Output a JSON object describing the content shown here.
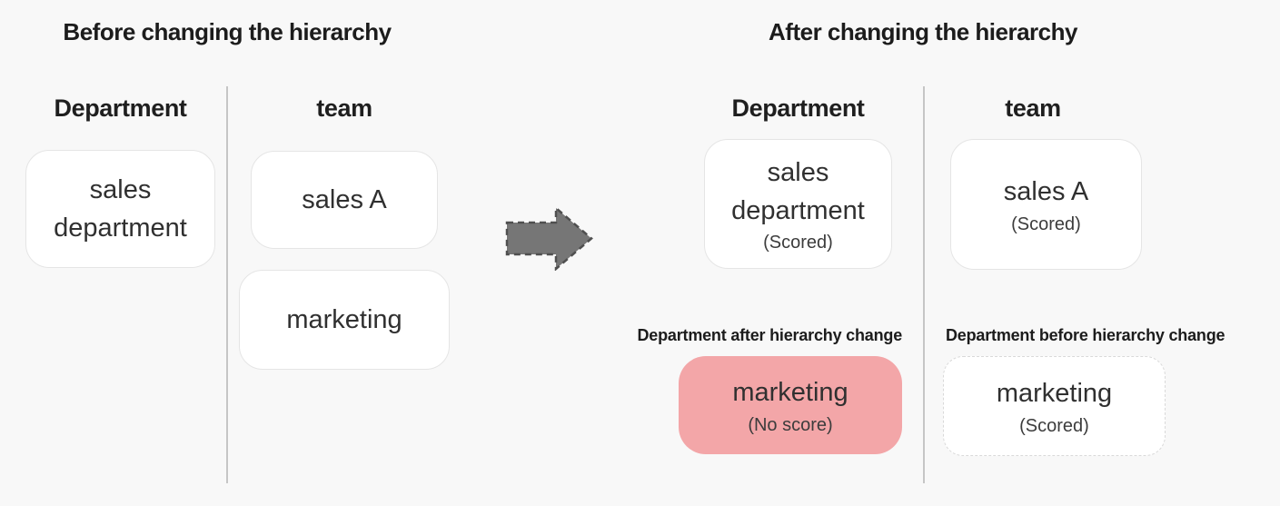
{
  "colors": {
    "background": "#f8f8f8",
    "box_background": "#ffffff",
    "box_border": "#e5e5e5",
    "highlight_pink": "#f3a6a8",
    "arrow_gray": "#767676",
    "divider_gray": "#c6c6c6",
    "text_dark": "#1c1c1c"
  },
  "before": {
    "title": "Before changing the hierarchy",
    "department_header": "Department",
    "team_header": "team",
    "department_boxes": [
      {
        "label": "sales department"
      }
    ],
    "team_boxes": [
      {
        "label": "sales A"
      },
      {
        "label": "marketing"
      }
    ]
  },
  "arrow": {
    "meaning": "before-to-after transformation"
  },
  "after": {
    "title": "After changing the hierarchy",
    "department_header": "Department",
    "team_header": "team",
    "sales_department_box": {
      "label": "sales department",
      "status": "(Scored)"
    },
    "sales_a_box": {
      "label": "sales A",
      "status": "(Scored)"
    },
    "after_change_label": "Department after hierarchy change",
    "marketing_no_score_box": {
      "label": "marketing",
      "status": "(No score)"
    },
    "before_change_label": "Department before hierarchy change",
    "marketing_scored_box": {
      "label": "marketing",
      "status": "(Scored)"
    }
  }
}
